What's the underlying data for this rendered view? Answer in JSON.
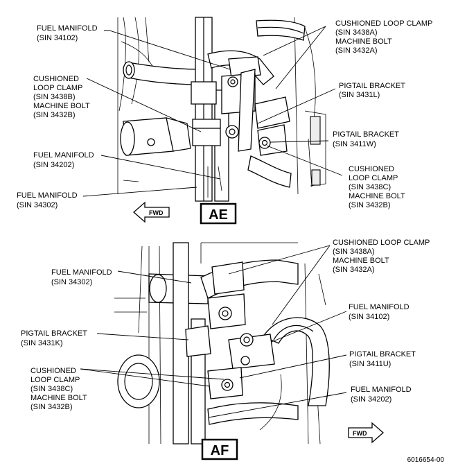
{
  "views": {
    "ae": {
      "tag": "AE",
      "fwd": "FWD",
      "callouts": {
        "fm_34102": [
          "FUEL MANIFOLD",
          "(SIN 34102)"
        ],
        "clamp_a": [
          "CUSHIONED LOOP CLAMP",
          "(SIN 3438A)",
          "MACHINE BOLT",
          "(SIN 3432A)"
        ],
        "clamp_b": [
          "CUSHIONED",
          "LOOP CLAMP",
          "(SIN 3438B)",
          "MACHINE BOLT",
          "(SIN 3432B)"
        ],
        "pigtail_l": [
          "PIGTAIL BRACKET",
          "(SIN 3431L)"
        ],
        "pigtail_w": [
          "PIGTAIL BRACKET",
          "(SIN 3411W)"
        ],
        "fm_34202": [
          "FUEL MANIFOLD",
          "(SIN 34202)"
        ],
        "clamp_c": [
          "CUSHIONED",
          "LOOP CLAMP",
          "(SIN 3438C)",
          "MACHINE BOLT",
          "(SIN 3432B)"
        ],
        "fm_34302": [
          "FUEL MANIFOLD",
          "(SIN 34302)"
        ]
      }
    },
    "af": {
      "tag": "AF",
      "fwd": "FWD",
      "callouts": {
        "clamp_a": [
          "CUSHIONED LOOP CLAMP",
          "(SIN 3438A)",
          "MACHINE BOLT",
          "(SIN 3432A)"
        ],
        "fm_34302": [
          "FUEL MANIFOLD",
          "(SIN 34302)"
        ],
        "fm_34102": [
          "FUEL MANIFOLD",
          "(SIN 34102)"
        ],
        "pigtail_k": [
          "PIGTAIL BRACKET",
          "(SIN 3431K)"
        ],
        "pigtail_u": [
          "PIGTAIL BRACKET",
          "(SIN 3411U)"
        ],
        "clamp_c": [
          "CUSHIONED",
          "LOOP CLAMP",
          "(SIN 3438C)",
          "MACHINE BOLT",
          "(SIN 3432B)"
        ],
        "fm_34202": [
          "FUEL MANIFOLD",
          "(SIN 34202)"
        ]
      }
    }
  },
  "document_id": "6016654-00"
}
